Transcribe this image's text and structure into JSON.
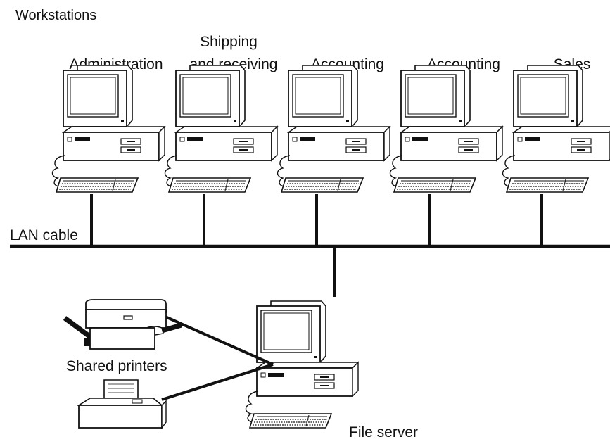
{
  "title": "Workstations",
  "workstations": [
    {
      "label_lines": [
        "Administration"
      ]
    },
    {
      "label_lines": [
        "Shipping",
        "and receiving"
      ]
    },
    {
      "label_lines": [
        "Accounting"
      ]
    },
    {
      "label_lines": [
        "Accounting"
      ]
    },
    {
      "label_lines": [
        "Sales"
      ]
    }
  ],
  "lan_cable_label": "LAN cable",
  "printers_label": "Shared printers",
  "server_label": "File server",
  "colors": {
    "line": "#111111",
    "fill": "#ffffff",
    "bg": "#ffffff"
  }
}
